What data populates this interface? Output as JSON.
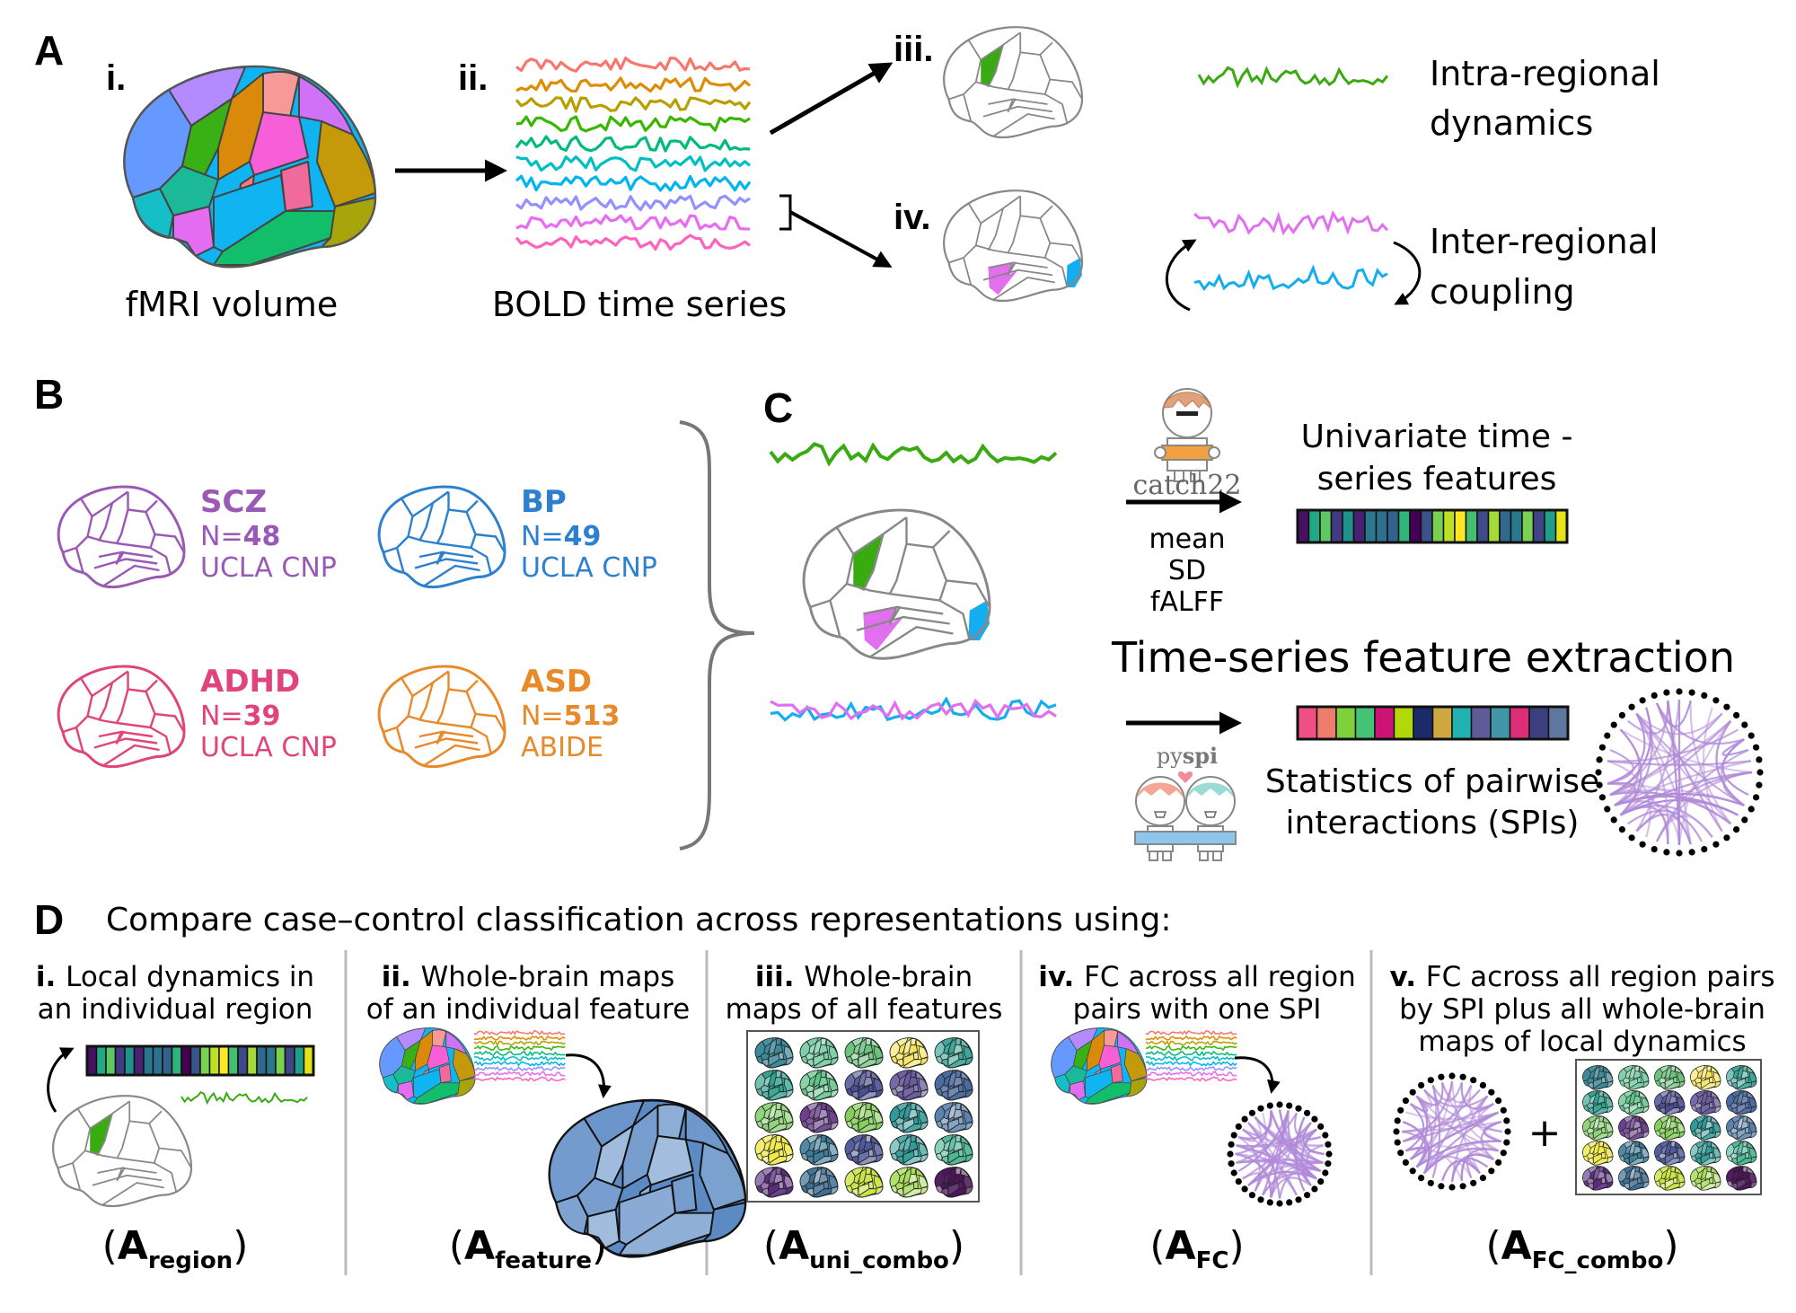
{
  "figure": {
    "panels": {
      "A": {
        "letter": "A",
        "steps": [
          {
            "numeral": "i.",
            "caption": "fMRI volume"
          },
          {
            "numeral": "ii.",
            "caption": "BOLD time series"
          },
          {
            "numeral": "iii.",
            "caption_lines": [
              "Intra-regional",
              "dynamics"
            ],
            "highlight_color": "#3aaa12"
          },
          {
            "numeral": "iv.",
            "caption_lines": [
              "Inter-regional",
              "coupling"
            ],
            "highlight_colors": [
              "#e26ff0",
              "#14aef0"
            ]
          }
        ],
        "parcel_colors": [
          "#6699ff",
          "#b38bff",
          "#39b016",
          "#d98a0b",
          "#f79a97",
          "#cf72f7",
          "#f75fd9",
          "#c49a0a",
          "#1bb89a",
          "#16bec8",
          "#e36cf0",
          "#fb7a7a",
          "#f06b9b",
          "#0fb4f0",
          "#13be6a",
          "#a8a40c"
        ],
        "bold_series_colors": [
          "#f8766d",
          "#de8c00",
          "#b79f00",
          "#39b600",
          "#00bb7e",
          "#00bfc4",
          "#00b4f0",
          "#9590ff",
          "#e76bf3",
          "#ff62bc"
        ]
      },
      "B": {
        "letter": "B",
        "cohorts": [
          {
            "label": "SCZ",
            "n_prefix": "N=",
            "n": "48",
            "source": "UCLA CNP",
            "color": "#9b59b6"
          },
          {
            "label": "BP",
            "n_prefix": "N=",
            "n": "49",
            "source": "UCLA CNP",
            "color": "#2d7fd0"
          },
          {
            "label": "ADHD",
            "n_prefix": "N=",
            "n": "39",
            "source": "UCLA CNP",
            "color": "#e0447a"
          },
          {
            "label": "ASD",
            "n_prefix": "N=",
            "n": "513",
            "source": "ABIDE",
            "color": "#e8892a"
          }
        ]
      },
      "C": {
        "letter": "C",
        "univariate": {
          "tool": "catch22",
          "extra_features": [
            "mean",
            "SD",
            "fALFF"
          ],
          "title_lines": [
            "Univariate time -",
            "series features"
          ],
          "feature_colors": [
            "#471164",
            "#22a884",
            "#5ec962",
            "#443983",
            "#21918c",
            "#482173",
            "#2a788e",
            "#2c728e",
            "#33638d",
            "#2fb47c",
            "#440154",
            "#3b528b",
            "#7ad151",
            "#bddf26",
            "#fde725",
            "#44bf70",
            "#3e4a89",
            "#a5db36",
            "#31688e",
            "#2a788e",
            "#7ad151",
            "#414487",
            "#1f9e89",
            "#e5e419"
          ]
        },
        "center_title": "Time-series feature extraction",
        "pairwise": {
          "tool_prefix": "py",
          "tool_suffix": "spi",
          "title_lines": [
            "Statistics of pairwise",
            "interactions (SPIs)"
          ],
          "spi_colors": [
            "#ef5083",
            "#ef7d6e",
            "#7fd13b",
            "#45c375",
            "#cc1477",
            "#b2d80a",
            "#1b2a6b",
            "#cfa741",
            "#22b2b2",
            "#5e5b97",
            "#4396aa",
            "#db2e77",
            "#3b3f7c",
            "#5f77a0"
          ]
        }
      },
      "D": {
        "letter": "D",
        "heading": "Compare case–control classification across representations using:",
        "approaches": [
          {
            "numeral": "i.",
            "title_lines": [
              "Local dynamics in",
              "an individual region"
            ],
            "label_main": "A",
            "label_sub": "region"
          },
          {
            "numeral": "ii.",
            "title_lines": [
              "Whole-brain maps",
              "of an individual feature"
            ],
            "label_main": "A",
            "label_sub": "feature"
          },
          {
            "numeral": "iii.",
            "title_lines": [
              "Whole-brain",
              "maps of all features"
            ],
            "label_main": "A",
            "label_sub": "uni_combo"
          },
          {
            "numeral": "iv.",
            "title_lines": [
              "FC across all region",
              "pairs with one SPI"
            ],
            "label_main": "A",
            "label_sub": "FC"
          },
          {
            "numeral": "v.",
            "title_lines": [
              "FC across all region pairs",
              "by SPI plus all whole-brain",
              "maps of local dynamics"
            ],
            "label_main": "A",
            "label_sub": "FC_combo"
          }
        ],
        "plus_sign": "+",
        "feature_map_grid_colors": [
          [
            "#3f8a9a",
            "#7fd0a8",
            "#6cc37e",
            "#f5e35c",
            "#3ea79a"
          ],
          [
            "#32a391",
            "#5fc48a",
            "#4a4f93",
            "#6a5da0",
            "#4a6aa0"
          ],
          [
            "#8fd47a",
            "#6b3f8c",
            "#86cf5a",
            "#2f9a98",
            "#5a82ad"
          ],
          [
            "#f0ea4c",
            "#3a7c9a",
            "#4f5a9c",
            "#2f9c98",
            "#4fb897"
          ],
          [
            "#5a2d82",
            "#3e7095",
            "#c9e445",
            "#a8dc5a",
            "#4a1559"
          ]
        ],
        "feature_map_uniform_color": "#5b8ac4",
        "network_edge_color": "#b08ad8"
      }
    }
  }
}
